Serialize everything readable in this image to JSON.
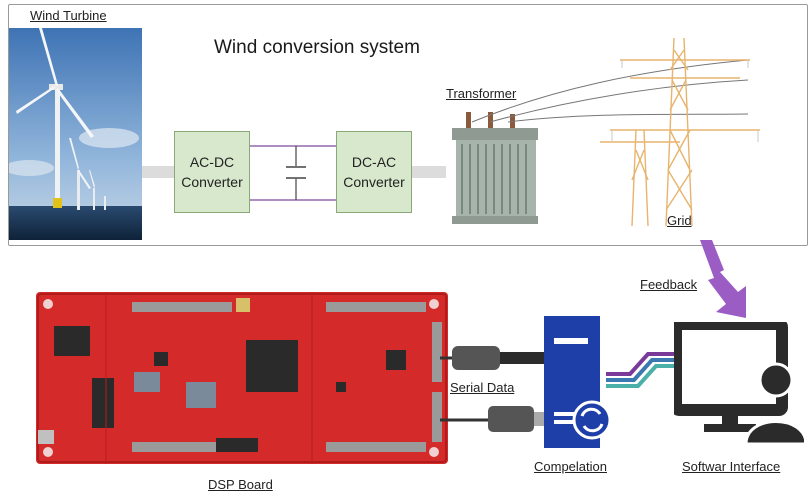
{
  "diagram": {
    "title": "Wind conversion system",
    "wind_turbine_label": "Wind Turbine",
    "acdc_label": "AC-DC\nConverter",
    "dcac_label": "DC-AC\nConverter",
    "transformer_label": "Transformer",
    "grid_label": "Grid",
    "feedback_label": "Feedback",
    "serial_data_label": "Serial Data",
    "dsp_board_label": "DSP Board",
    "compilation_label": "Compelation",
    "software_interface_label": "Softwar Interface"
  },
  "colors": {
    "converter_fill": "#d8e8cc",
    "board_red": "#d42a2a",
    "server_blue": "#1f3fa8",
    "feedback_purple": "#9b5cc4",
    "monitor_dark": "#2b2b2b"
  }
}
